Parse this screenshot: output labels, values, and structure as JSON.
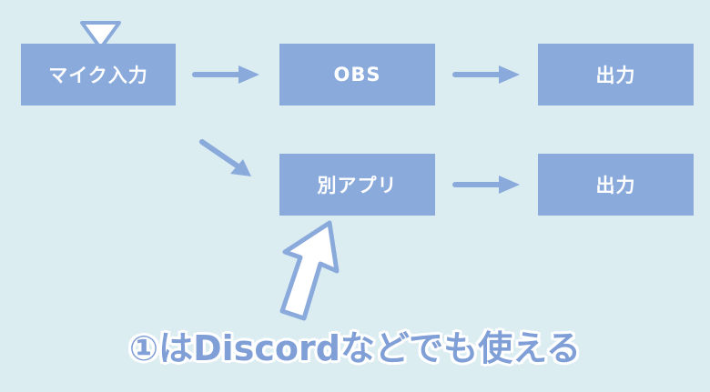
{
  "nodes": {
    "mic_input": "マイク入力",
    "obs": "OBS",
    "output_top": "出力",
    "other_app": "別アプリ",
    "output_bottom": "出力"
  },
  "caption": "①はDiscordなどでも使える",
  "colors": {
    "background": "#dcedf2",
    "box": "#89aadb",
    "arrow": "#89aadb",
    "callout_fill": "#ffffff",
    "callout_stroke": "#89aadb",
    "caption_text": "#7f9fd6"
  }
}
